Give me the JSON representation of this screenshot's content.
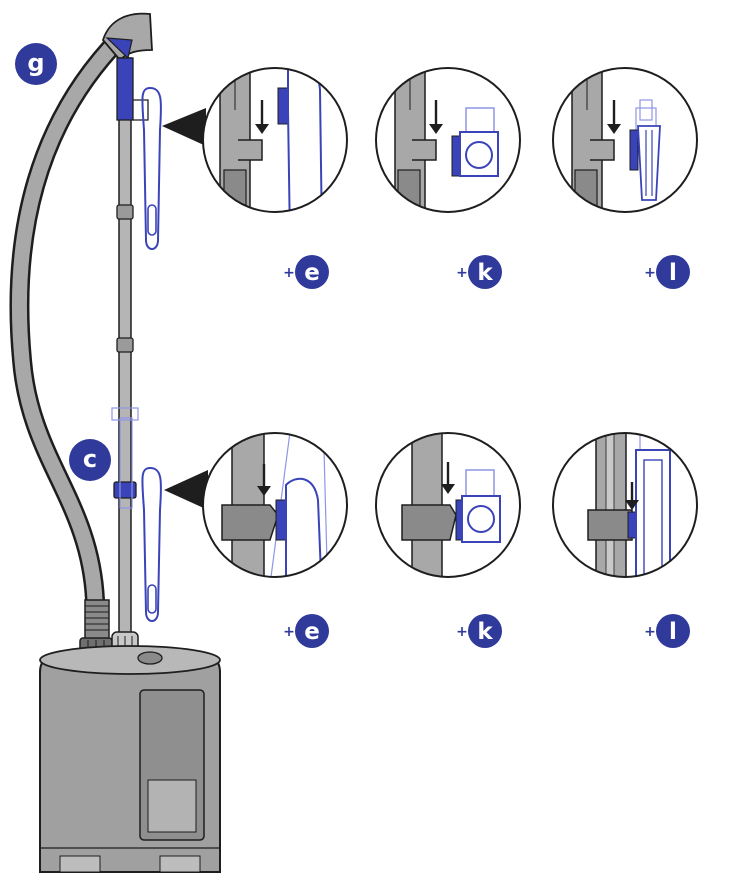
{
  "colors": {
    "steel": "#9a9a9a",
    "steel_dark": "#6f6f6f",
    "steel_light": "#c9c9c9",
    "outline": "#1e1e1e",
    "blue": "#3a44b8",
    "blue_light": "#8e96e6",
    "navy": "#2f3a9a",
    "badge": "#2f3a9a",
    "white": "#ffffff"
  },
  "callouts": {
    "top": {
      "badge": "g"
    },
    "middle": {
      "badge": "c"
    }
  },
  "accessories": {
    "row1": [
      {
        "plus": "+",
        "letter": "e",
        "icon": "brush-clip-attach-icon"
      },
      {
        "plus": "+",
        "letter": "k",
        "icon": "pad-clip-attach-icon"
      },
      {
        "plus": "+",
        "letter": "l",
        "icon": "clip-attach-icon"
      }
    ],
    "row2": [
      {
        "plus": "+",
        "letter": "e",
        "icon": "brush-collar-attach-icon"
      },
      {
        "plus": "+",
        "letter": "k",
        "icon": "pad-collar-attach-icon"
      },
      {
        "plus": "+",
        "letter": "l",
        "icon": "board-collar-attach-icon"
      }
    ]
  }
}
